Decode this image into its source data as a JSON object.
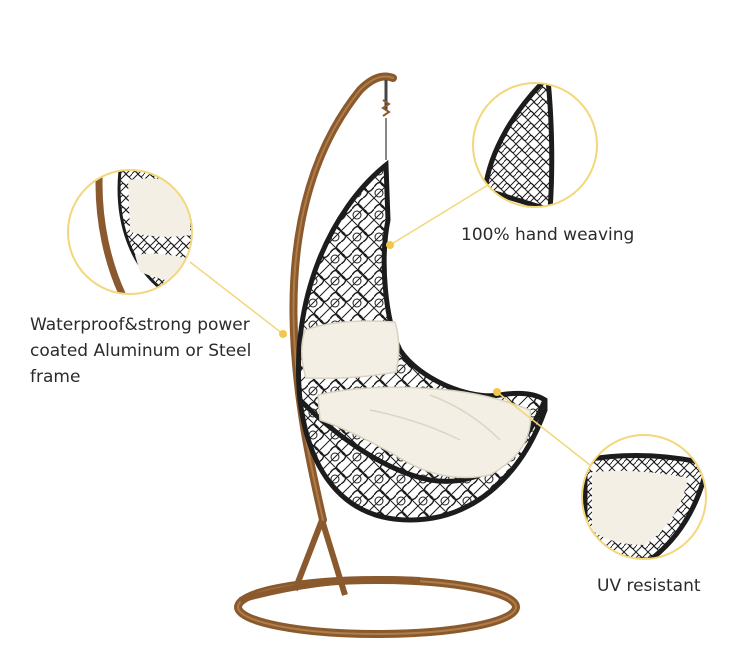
{
  "callouts": {
    "weaving": "100% hand weaving",
    "frame_line1": "Waterproof&strong power",
    "frame_line2": "coated Aluminum or Steel",
    "frame_line3": "frame",
    "uv": "UV resistant"
  },
  "colors": {
    "frame": "#8a5a2e",
    "wicker": "#1c1c1c",
    "cushion": "#f3efe4",
    "callout_ring": "#f3d77a",
    "callout_dot": "#f2c84b"
  }
}
